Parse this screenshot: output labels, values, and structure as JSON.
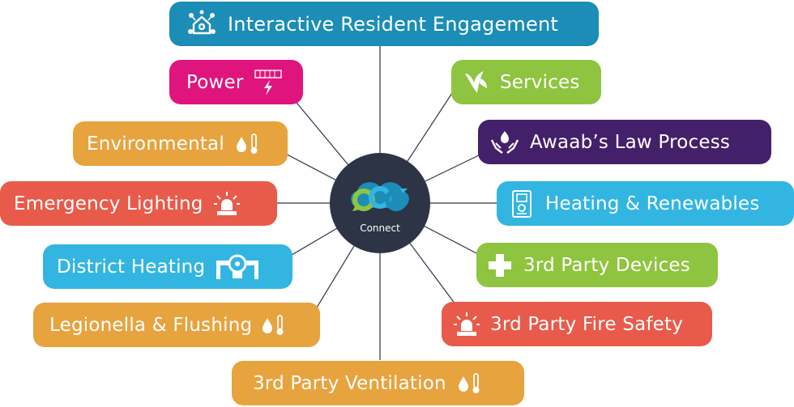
{
  "hub": {
    "label": "Connect"
  },
  "colors": {
    "teal": "#1b8db6",
    "magenta": "#e0147d",
    "lime": "#8ec43f",
    "purple": "#45206a",
    "orange": "#e7a33e",
    "sky": "#33b5e2",
    "red": "#e85a4a",
    "hub": "#2d3446",
    "line": "#2d3446"
  },
  "nodes": {
    "engagement": {
      "label": "Interactive Resident Engagement",
      "icon": "smart-home-icon"
    },
    "power": {
      "label": "Power",
      "icon": "meter-icon"
    },
    "services": {
      "label": "Services",
      "icon": "services-logo-icon"
    },
    "environmental": {
      "label": "Environmental",
      "icon": "drop-thermometer-icon"
    },
    "awaab": {
      "label": "Awaab’s Law Process",
      "icon": "hands-icon"
    },
    "emergency": {
      "label": "Emergency Lighting",
      "icon": "beacon-icon"
    },
    "heating": {
      "label": "Heating & Renewables",
      "icon": "boiler-icon"
    },
    "district": {
      "label": "District Heating",
      "icon": "pipe-meter-icon"
    },
    "devices": {
      "label": "3rd Party Devices",
      "icon": "plus-icon"
    },
    "legionella": {
      "label": "Legionella & Flushing",
      "icon": "drop-thermometer-icon"
    },
    "fire": {
      "label": "3rd Party Fire Safety",
      "icon": "beacon-icon"
    },
    "ventilation": {
      "label": "3rd Party Ventilation",
      "icon": "drop-thermometer-icon"
    }
  }
}
